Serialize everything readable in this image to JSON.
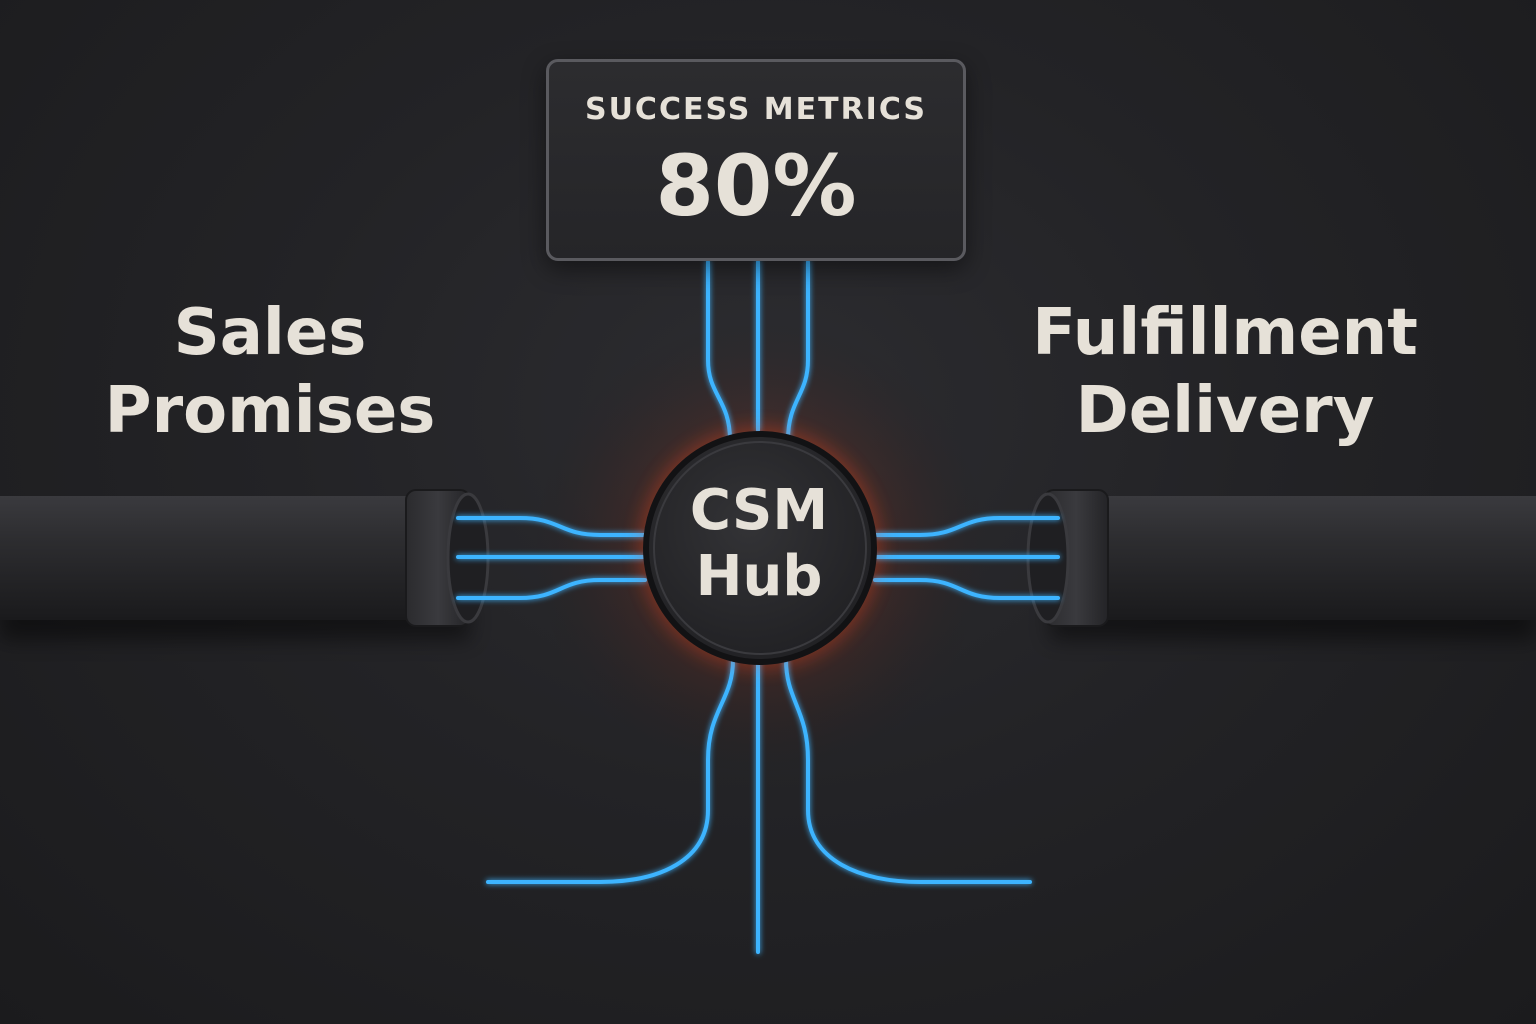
{
  "metrics": {
    "label": "SUCCESS METRICS",
    "value": "80%"
  },
  "left_label": {
    "line1": "Sales",
    "line2": "Promises"
  },
  "right_label": {
    "line1": "Fulfillment",
    "line2": "Delivery"
  },
  "hub": {
    "line1": "CSM",
    "line2": "Hub"
  },
  "colors": {
    "background": "#232326",
    "text": "#e6e1d8",
    "line": "#3cb4ff",
    "glow": "#ff4a1a",
    "pipe": "#2e2e31"
  },
  "icons": [
    "pipe-left-icon",
    "pipe-right-icon",
    "hub-circle-icon",
    "connection-lines-icon"
  ]
}
